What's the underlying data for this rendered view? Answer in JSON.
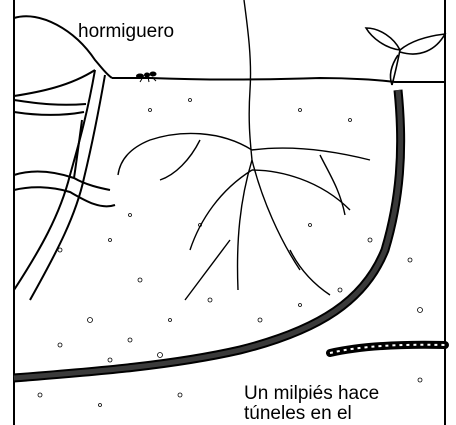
{
  "labels": {
    "anthill": "hormiguero",
    "caption_line_1": "Un milpiés hace",
    "caption_line_2": "túneles en el"
  },
  "colors": {
    "ink": "#000000",
    "paper": "#ffffff",
    "tunnel_fill": "#3a3a3a"
  }
}
